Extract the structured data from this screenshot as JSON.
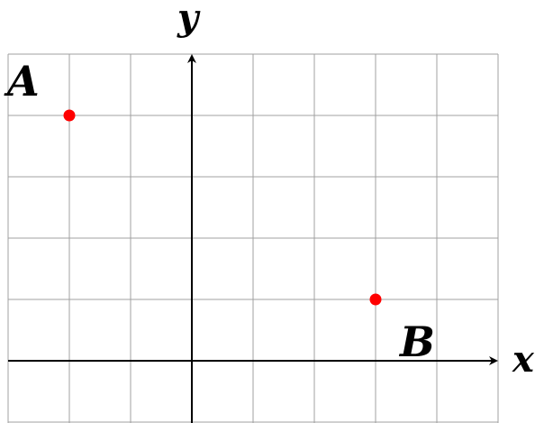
{
  "axes": {
    "x_label": "x",
    "y_label": "y",
    "x_range": [
      -3,
      5
    ],
    "y_range": [
      -1,
      5
    ],
    "grid": true
  },
  "points": [
    {
      "label": "A",
      "x": -2,
      "y": 4,
      "color": "#ff0000"
    },
    {
      "label": "B",
      "x": 3,
      "y": 1,
      "color": "#ff0000"
    }
  ],
  "colors": {
    "grid": "#a0a0a0",
    "axis": "#000000",
    "point": "#ff0000"
  }
}
